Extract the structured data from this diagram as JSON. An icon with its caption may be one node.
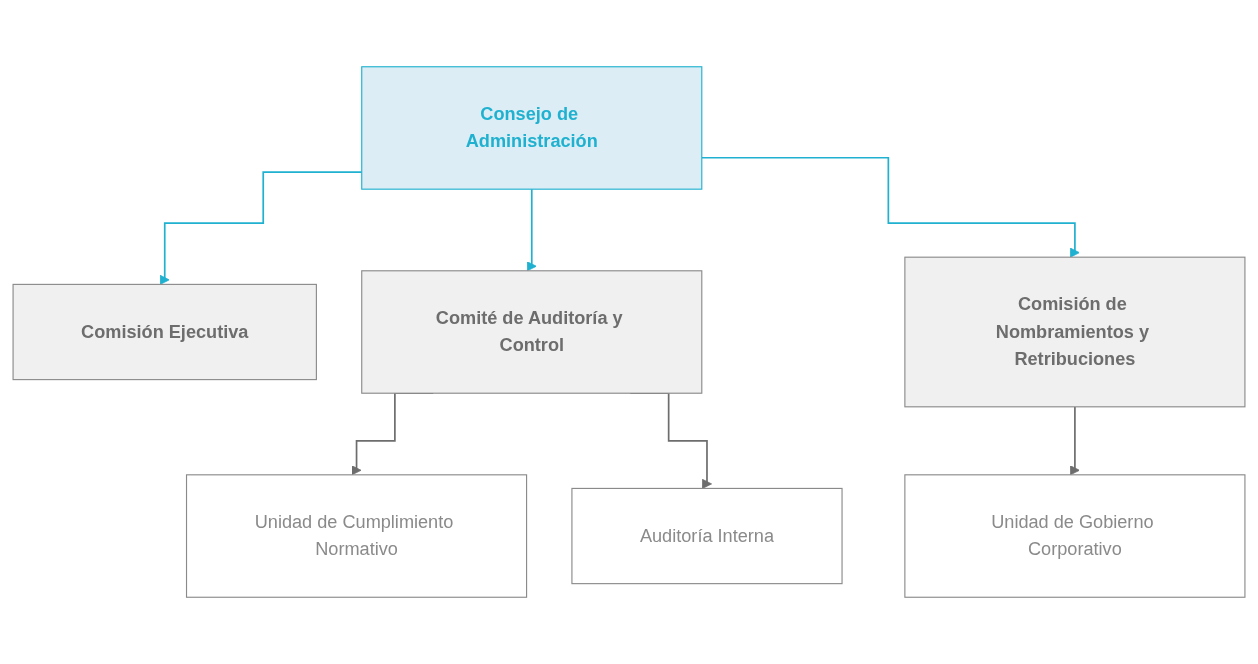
{
  "diagram": {
    "nodes": [
      {
        "text": [
          "Consejo de Administración"
        ]
      },
      {
        "text": [
          "Comisión Ejecutiva"
        ]
      },
      {
        "text": [
          "Comité de Auditoría y Control"
        ]
      },
      {
        "text": [
          "Comisión de Nombramientos y Retribuciones"
        ]
      },
      {
        "text": [
          "Unidad de Cumplimiento Normativo"
        ]
      },
      {
        "text": [
          "Auditoría Interna"
        ]
      },
      {
        "text": [
          "Unidad de Gobierno Corporativo"
        ]
      }
    ],
    "edges": [
      {
        "from": 0,
        "to": 1,
        "arrow": "to",
        "color": "#1fb1cf"
      },
      {
        "from": 0,
        "to": 2,
        "arrow": "to",
        "color": "#1fb1cf"
      },
      {
        "from": 0,
        "to": 3,
        "arrow": "to",
        "color": "#1fb1cf"
      },
      {
        "from": 2,
        "to": 4,
        "arrow": "to",
        "color": "#6d6d6d"
      },
      {
        "from": 2,
        "to": 5,
        "arrow": "to",
        "color": "#6d6d6d"
      },
      {
        "from": 3,
        "to": 6,
        "arrow": "to",
        "color": "#6d6d6d"
      }
    ]
  }
}
